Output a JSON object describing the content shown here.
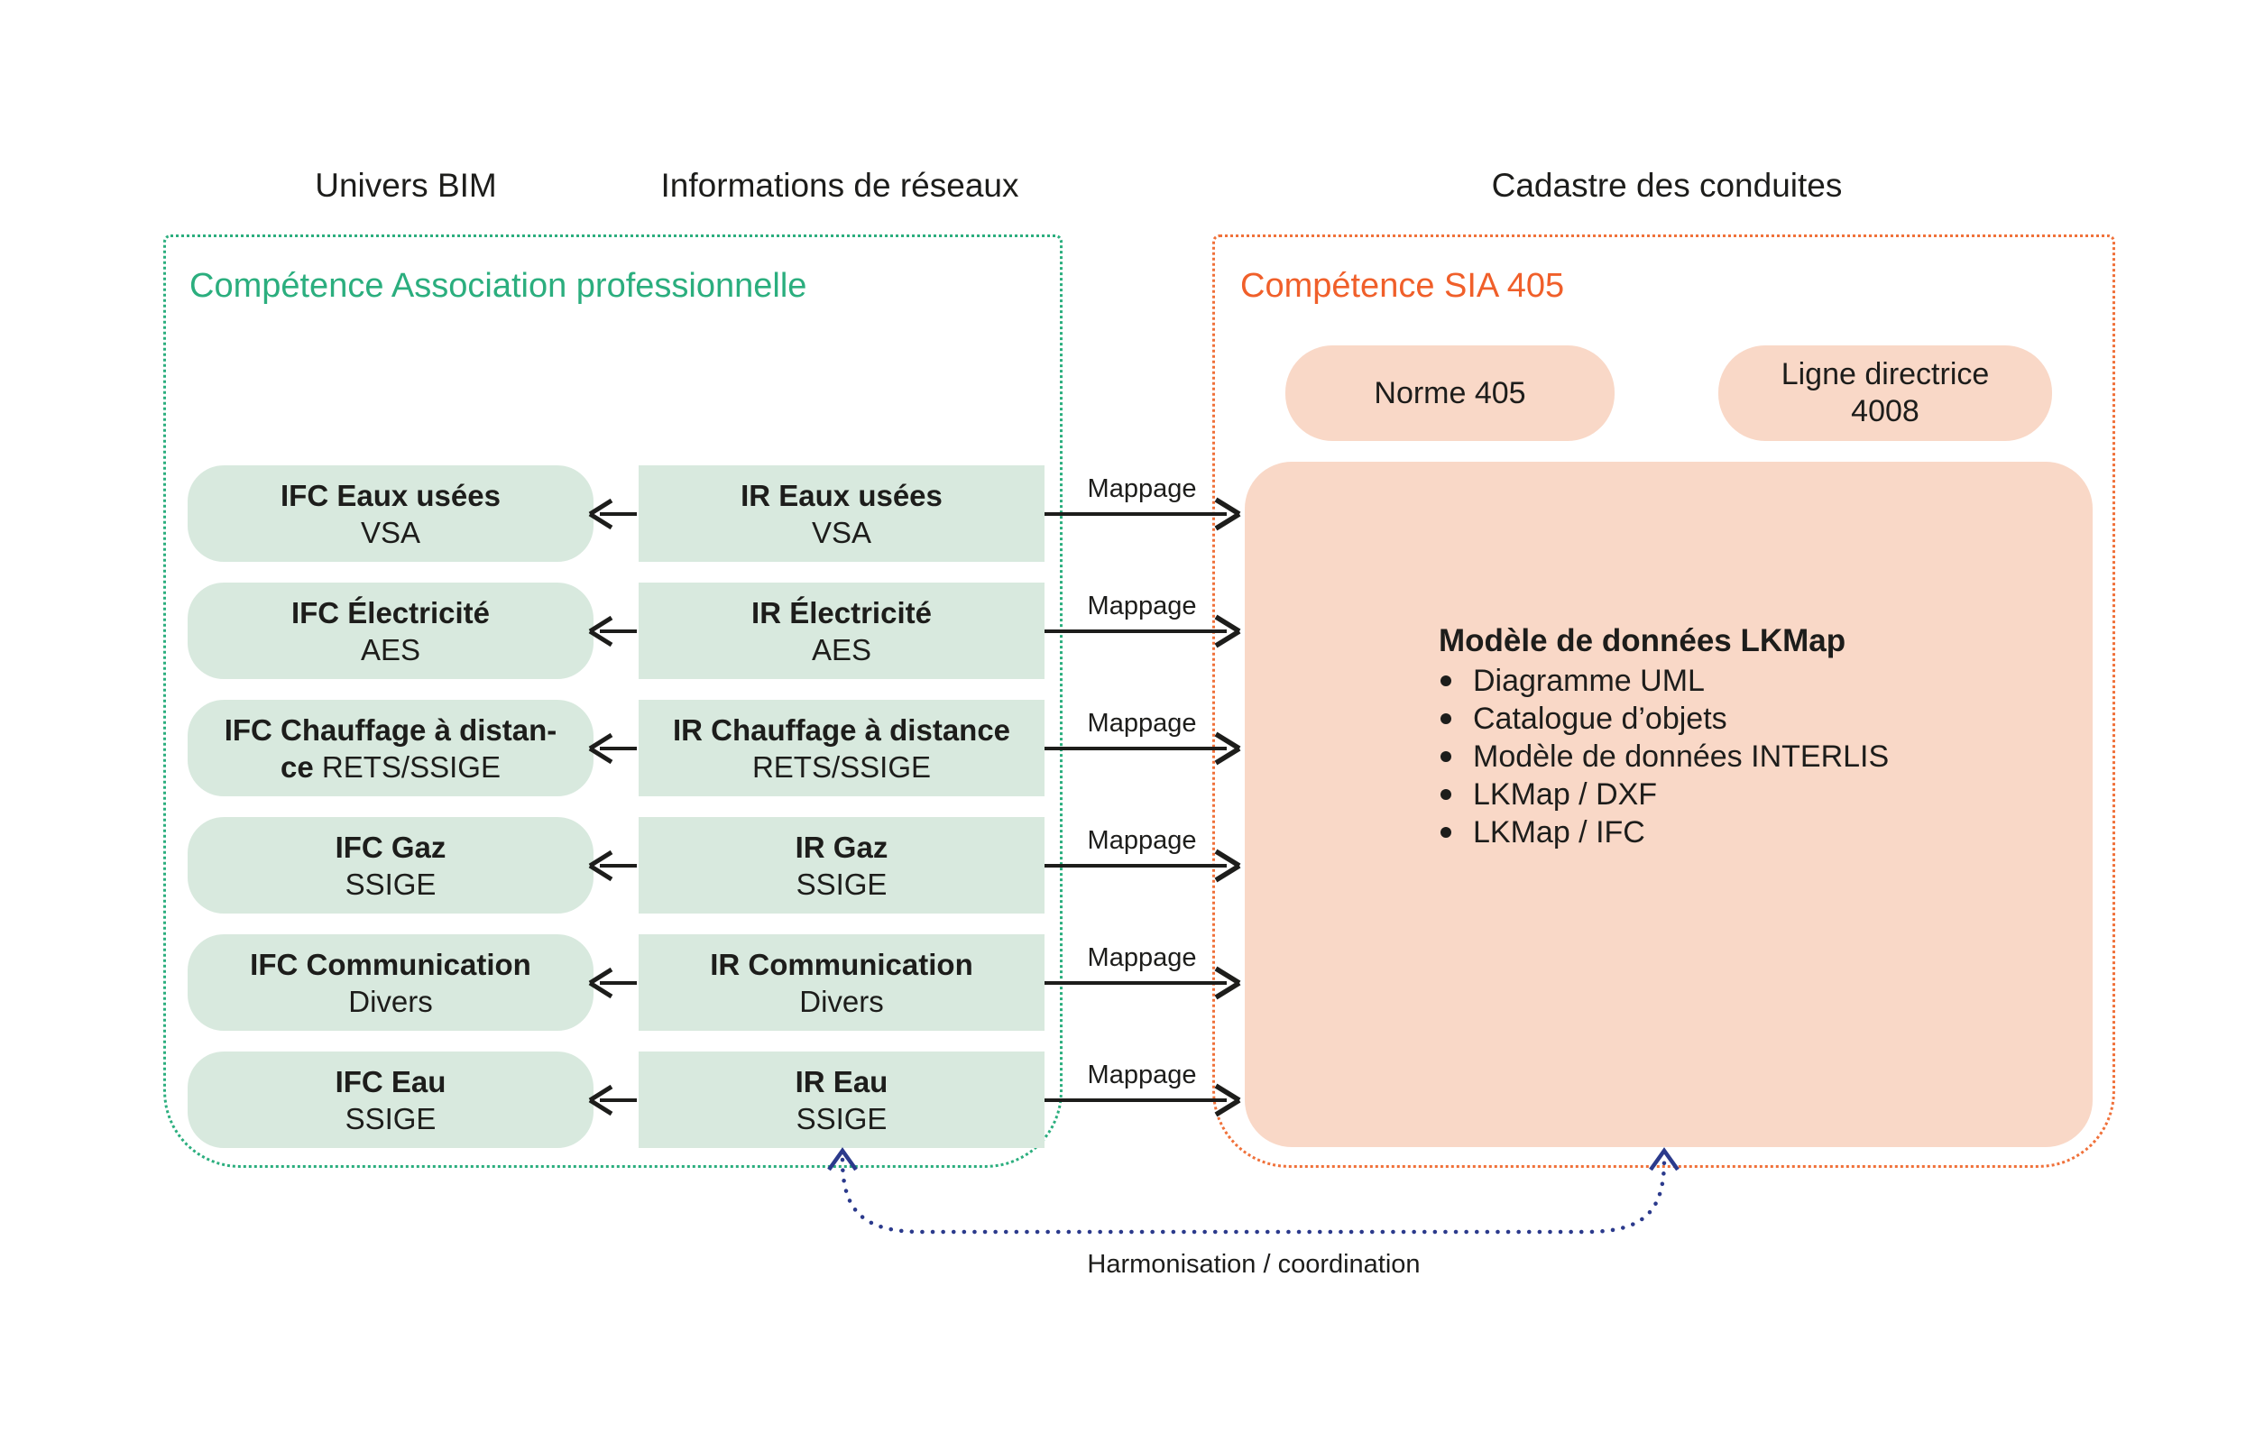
{
  "palette": {
    "green": "#2bae7e",
    "green_fill": "#d8e9de",
    "orange_border": "#f0713a",
    "orange_text": "#f05f2a",
    "peach_fill": "#f9d8c7",
    "blue": "#2b3a8c",
    "ink": "#1d1d1b"
  },
  "headers": {
    "univers_bim": "Univers BIM",
    "informations_reseaux": "Informations de réseaux",
    "cadastre_conduites": "Cadastre des conduites"
  },
  "bim_panel": {
    "title": "Compétence Association professionnelle",
    "rows": [
      {
        "ifc_l1": "IFC Eaux usées",
        "ifc_l2b": "",
        "ifc_l2": "VSA",
        "ir_l1": "IR Eaux usées",
        "ir_l2": "VSA",
        "mappage": "Mappage"
      },
      {
        "ifc_l1": "IFC Électricité",
        "ifc_l2b": "",
        "ifc_l2": "AES",
        "ir_l1": "IR Électricité",
        "ir_l2": "AES",
        "mappage": "Mappage"
      },
      {
        "ifc_l1": "IFC Chauffage à distan-",
        "ifc_l2b": "ce ",
        "ifc_l2": "RETS/SSIGE",
        "ir_l1": "IR Chauffage à distance",
        "ir_l2": "RETS/SSIGE",
        "mappage": "Mappage"
      },
      {
        "ifc_l1": "IFC Gaz",
        "ifc_l2b": "",
        "ifc_l2": "SSIGE",
        "ir_l1": "IR Gaz",
        "ir_l2": "SSIGE",
        "mappage": "Mappage"
      },
      {
        "ifc_l1": "IFC Communication",
        "ifc_l2b": "",
        "ifc_l2": "Divers",
        "ir_l1": "IR Communication",
        "ir_l2": "Divers",
        "mappage": "Mappage"
      },
      {
        "ifc_l1": "IFC Eau",
        "ifc_l2b": "",
        "ifc_l2": "SSIGE",
        "ir_l1": "IR Eau",
        "ir_l2": "SSIGE",
        "mappage": "Mappage"
      }
    ]
  },
  "sia_panel": {
    "title": "Compétence SIA 405",
    "pill_norme": "Norme 405",
    "pill_ligne_line1": "Ligne directrice",
    "pill_ligne_line2": "4008",
    "model": {
      "title": "Modèle de données LKMap",
      "bullets": [
        "Diagramme UML",
        "Catalogue d’objets",
        "Modèle de données INTERLIS",
        "LKMap / DXF",
        "LKMap / IFC"
      ]
    }
  },
  "bottom": {
    "harmonisation": "Harmonisation / coordination"
  }
}
